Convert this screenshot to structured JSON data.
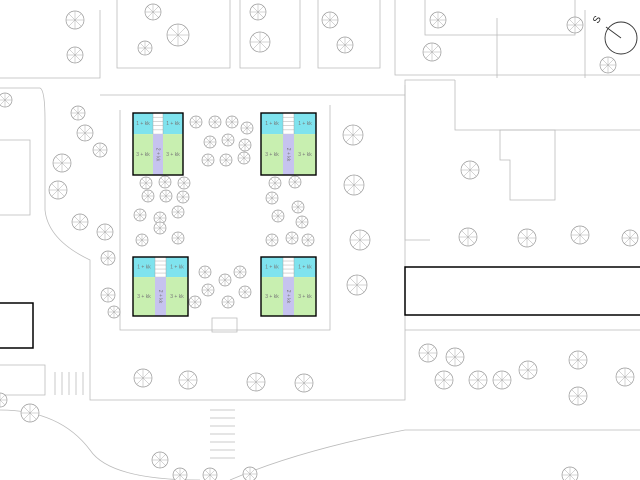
{
  "units": {
    "small": "1 + kk",
    "medium": "2 + kk",
    "large": "3 + kk"
  },
  "compass": {
    "letter": "S"
  },
  "colors": {
    "small": "#7fe3ee",
    "medium": "#c6c3ef",
    "large": "#c8efb0",
    "stair": "#ffffff"
  }
}
